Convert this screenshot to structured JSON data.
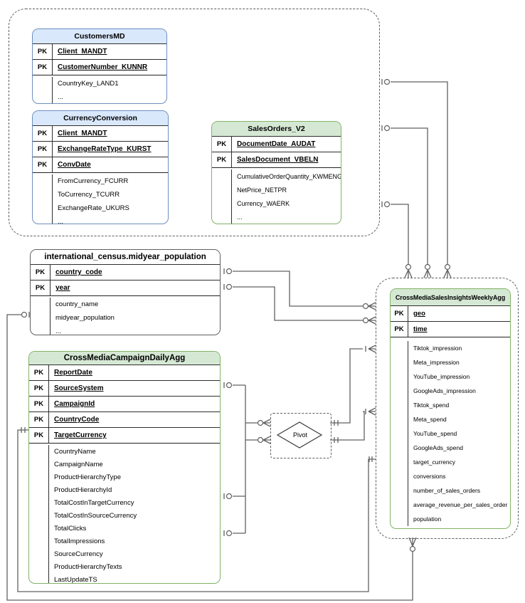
{
  "pivot": {
    "label": "Pivot"
  },
  "colors": {
    "blue_fill": "#dae8fc",
    "blue_stroke": "#6c8ebf",
    "green_fill": "#d5e8d4",
    "green_stroke": "#82b366",
    "edge_color": "#616161"
  },
  "entities": [
    {
      "id": "customers-md",
      "title": "CustomersMD",
      "rows": [
        {
          "key": "PK",
          "name": "Client_MANDT",
          "pk": true
        },
        {
          "key": "PK",
          "name": "CustomerNumber_KUNNR",
          "pk": true
        },
        {
          "key": "",
          "name": "CountryKey_LAND1",
          "pk": false
        },
        {
          "key": "",
          "name": "...",
          "pk": false
        }
      ]
    },
    {
      "id": "currency-conversion",
      "title": "CurrencyConversion",
      "rows": [
        {
          "key": "PK",
          "name": "Client_MANDT",
          "pk": true
        },
        {
          "key": "PK",
          "name": "ExchangeRateType_KURST",
          "pk": true
        },
        {
          "key": "PK",
          "name": "ConvDate",
          "pk": true
        },
        {
          "key": "",
          "name": "FromCurrency_FCURR",
          "pk": false
        },
        {
          "key": "",
          "name": "ToCurrency_TCURR",
          "pk": false
        },
        {
          "key": "",
          "name": "ExchangeRate_UKURS",
          "pk": false
        },
        {
          "key": "",
          "name": "...",
          "pk": false
        }
      ]
    },
    {
      "id": "sales-orders-v2",
      "title": "SalesOrders_V2",
      "rows": [
        {
          "key": "PK",
          "name": "DocumentDate_AUDAT",
          "pk": true
        },
        {
          "key": "PK",
          "name": "SalesDocument_VBELN",
          "pk": true
        },
        {
          "key": "",
          "name": "CumulativeOrderQuantity_KWMENG",
          "pk": false
        },
        {
          "key": "",
          "name": "NetPrice_NETPR",
          "pk": false
        },
        {
          "key": "",
          "name": "Currency_WAERK",
          "pk": false
        },
        {
          "key": "",
          "name": "...",
          "pk": false
        }
      ]
    },
    {
      "id": "midyear-population",
      "title": "international_census.midyear_population",
      "rows": [
        {
          "key": "PK",
          "name": "country_code",
          "pk": true
        },
        {
          "key": "PK",
          "name": "year",
          "pk": true
        },
        {
          "key": "",
          "name": "country_name",
          "pk": false
        },
        {
          "key": "",
          "name": "midyear_population",
          "pk": false
        },
        {
          "key": "",
          "name": "...",
          "pk": false
        }
      ]
    },
    {
      "id": "cross-media-campaign-daily-agg",
      "title": "CrossMediaCampaignDailyAgg",
      "rows": [
        {
          "key": "PK",
          "name": "ReportDate",
          "pk": true
        },
        {
          "key": "PK",
          "name": "SourceSystem",
          "pk": true
        },
        {
          "key": "PK",
          "name": "CampaignId",
          "pk": true
        },
        {
          "key": "PK",
          "name": "CountryCode",
          "pk": true
        },
        {
          "key": "PK",
          "name": "TargetCurrency",
          "pk": true
        },
        {
          "key": "",
          "name": "CountryName",
          "pk": false
        },
        {
          "key": "",
          "name": "CampaignName",
          "pk": false
        },
        {
          "key": "",
          "name": "ProductHierarchyType",
          "pk": false
        },
        {
          "key": "",
          "name": "ProductHierarchyId",
          "pk": false
        },
        {
          "key": "",
          "name": "TotalCostInTargetCurrency",
          "pk": false
        },
        {
          "key": "",
          "name": "TotalCostInSourceCurrency",
          "pk": false
        },
        {
          "key": "",
          "name": "TotalClicks",
          "pk": false
        },
        {
          "key": "",
          "name": "TotalImpressions",
          "pk": false
        },
        {
          "key": "",
          "name": "SourceCurrency",
          "pk": false
        },
        {
          "key": "",
          "name": "ProductHierarchyTexts",
          "pk": false
        },
        {
          "key": "",
          "name": "LastUpdateTS",
          "pk": false
        }
      ]
    },
    {
      "id": "cross-media-sales-insights-weekly-agg",
      "title": "CrossMediaSalesInsightsWeeklyAgg",
      "rows": [
        {
          "key": "PK",
          "name": "geo",
          "pk": true
        },
        {
          "key": "PK",
          "name": "time",
          "pk": true
        },
        {
          "key": "",
          "name": "Tiktok_impression",
          "pk": false
        },
        {
          "key": "",
          "name": "Meta_impression",
          "pk": false
        },
        {
          "key": "",
          "name": "YouTube_impression",
          "pk": false
        },
        {
          "key": "",
          "name": "GoogleAds_impression",
          "pk": false
        },
        {
          "key": "",
          "name": "Tiktok_spend",
          "pk": false
        },
        {
          "key": "",
          "name": "Meta_spend",
          "pk": false
        },
        {
          "key": "",
          "name": "YouTube_spend",
          "pk": false
        },
        {
          "key": "",
          "name": "GoogleAds_spend",
          "pk": false
        },
        {
          "key": "",
          "name": "target_currency",
          "pk": false
        },
        {
          "key": "",
          "name": "conversions",
          "pk": false
        },
        {
          "key": "",
          "name": "number_of_sales_orders",
          "pk": false
        },
        {
          "key": "",
          "name": "average_revenue_per_sales_order",
          "pk": false
        },
        {
          "key": "",
          "name": "population",
          "pk": false
        }
      ]
    }
  ]
}
